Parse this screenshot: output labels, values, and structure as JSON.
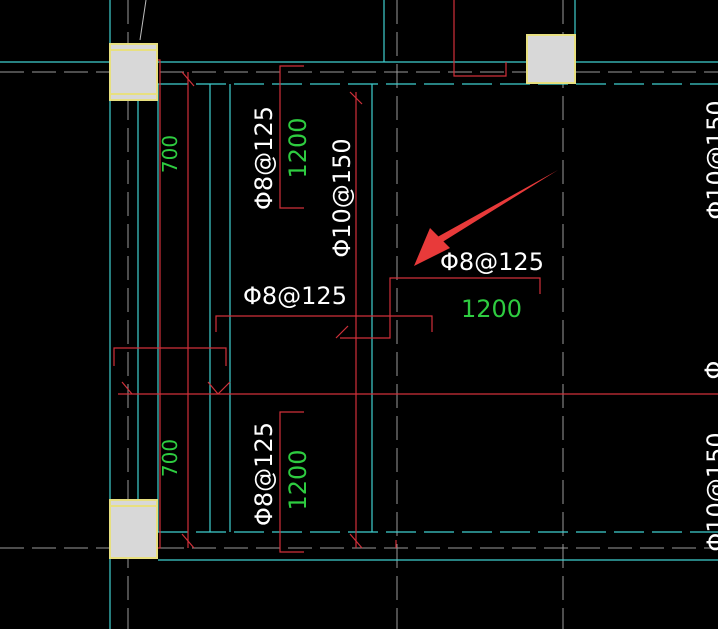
{
  "colors": {
    "background": "#000000",
    "white_text": "#ffffff",
    "green_text": "#2ecc40",
    "cyan_line": "#3fd0d0",
    "red_line": "#d0303a",
    "gray_line": "#9a9a9a",
    "column_fill": "#d8d8d8",
    "column_border": "#e8e080",
    "arrow": "#e83a3a"
  },
  "labels": {
    "rebar_top_vertical": "Φ8@125",
    "rebar_top_length": "1200",
    "rebar_middle_vertical": "Φ10@150",
    "rebar_arrow_target": "Φ8@125",
    "rebar_arrow_length": "1200",
    "rebar_left_horizontal": "Φ8@125",
    "rebar_bottom_vertical": "Φ8@125",
    "rebar_bottom_length": "1200",
    "dim_left_top": "700",
    "dim_left_bottom": "700",
    "edge_right_top": "Φ10@150",
    "edge_right_mid": "Φ",
    "edge_right_bottom": "Φ10@150"
  },
  "icons": {
    "pointer": "red-arrow-icon"
  }
}
